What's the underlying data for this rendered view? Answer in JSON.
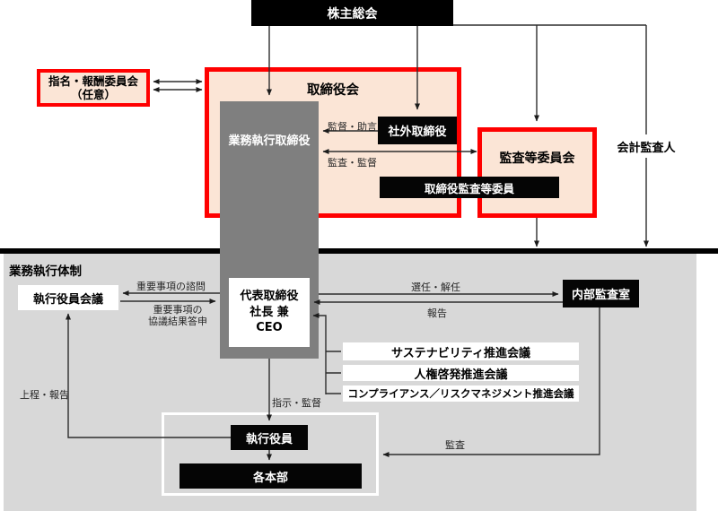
{
  "colors": {
    "accent_red": "#ff0000",
    "panel_peach": "#fbe5d6",
    "column_gray": "#7f7f7f",
    "area_gray": "#d8d8d8",
    "box_black": "#050505"
  },
  "governance": {
    "shareholders": "株主総会",
    "nomination": {
      "line1": "指名・報酬委員会",
      "line2": "（任意）"
    },
    "board": {
      "title": "取締役会",
      "executive_directors": "業務執行取締役",
      "outside_directors": "社外取締役"
    },
    "labels": {
      "supervision_advice": "監督・助言",
      "audit_supervision": "監査・監督"
    },
    "audit_committee": {
      "title": "監査等委員会",
      "members": "取締役監査等委員"
    },
    "accounting_auditor": "会計監査人"
  },
  "execution": {
    "section_title": "業務執行体制",
    "officers_meeting": "執行役員会議",
    "ceo": {
      "line1": "代表取締役",
      "line2": "社長 兼",
      "line3": "CEO"
    },
    "internal_audit": "内部監査室",
    "councils": [
      "サステナビリティ推進会議",
      "人権啓発推進会議",
      "コンプライアンス／リスクマネジメント推進会議"
    ],
    "executive_officers": "執行役員",
    "divisions": "各本部",
    "labels": {
      "consultation": "重要事項の諮問",
      "consult_result_1": "重要事項の",
      "consult_result_2": "協議結果答申",
      "appointment": "選任・解任",
      "report": "報告",
      "submission": "上程・報告",
      "instruction": "指示・監督",
      "audit": "監査"
    }
  }
}
